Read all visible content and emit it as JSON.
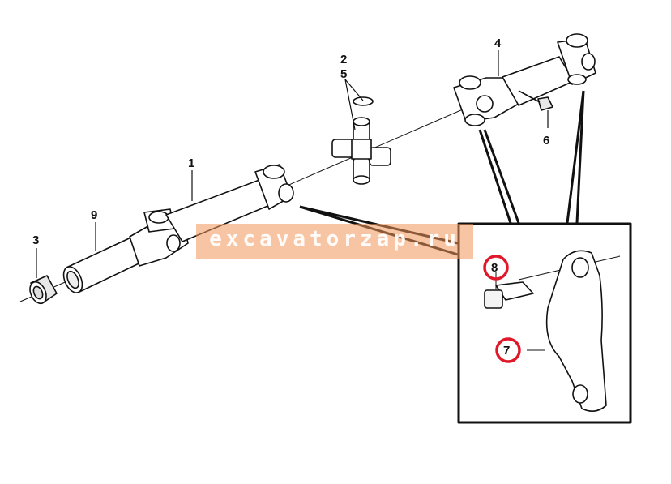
{
  "diagram": {
    "part_numbers": {
      "p1": "1",
      "p2": "2",
      "p3": "3",
      "p4": "4",
      "p5": "5",
      "p6": "6",
      "p7": "7",
      "p8": "8",
      "p9": "9"
    },
    "watermark": "excavatorzap.ru",
    "accent_color": "#e0182a",
    "line_color": "#111111"
  }
}
